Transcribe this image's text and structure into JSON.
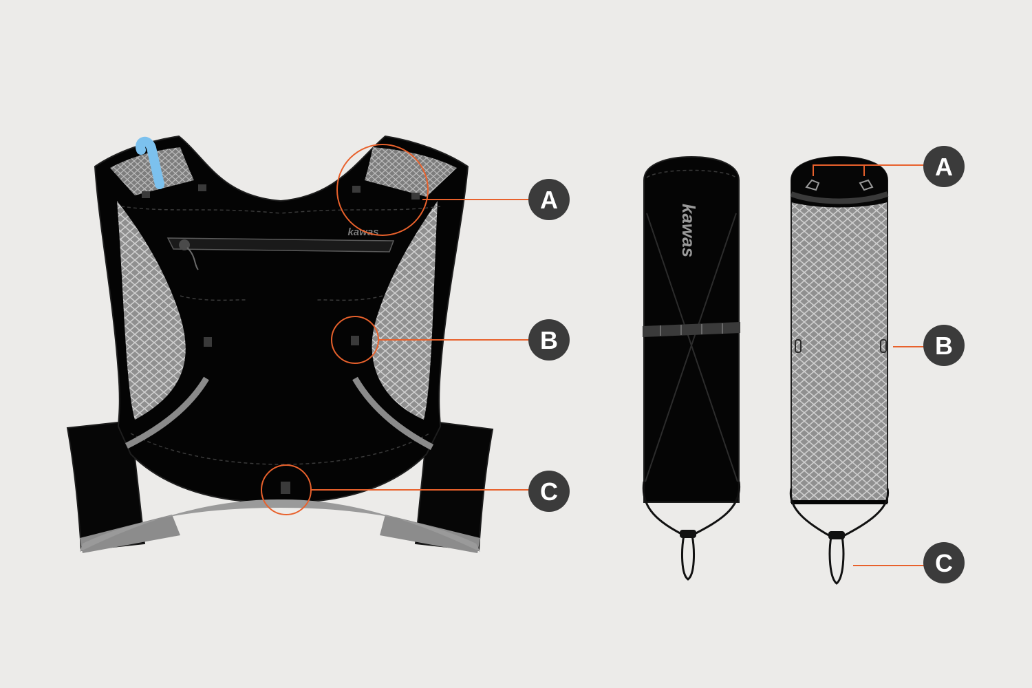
{
  "brand": {
    "name": "kawas"
  },
  "colors": {
    "background": "#ecebe9",
    "garment": "#050505",
    "mesh": "#9a9a9a",
    "trim": "#8c8c8c",
    "callout": "#e8612c",
    "badge": "#3b3b3b",
    "hydration_tube": "#7cc1ee"
  },
  "callouts": {
    "vest": [
      {
        "label": "A"
      },
      {
        "label": "B"
      },
      {
        "label": "C"
      }
    ],
    "bottle_sleeve_back": [
      {
        "label": "A"
      },
      {
        "label": "B"
      },
      {
        "label": "C"
      }
    ]
  }
}
